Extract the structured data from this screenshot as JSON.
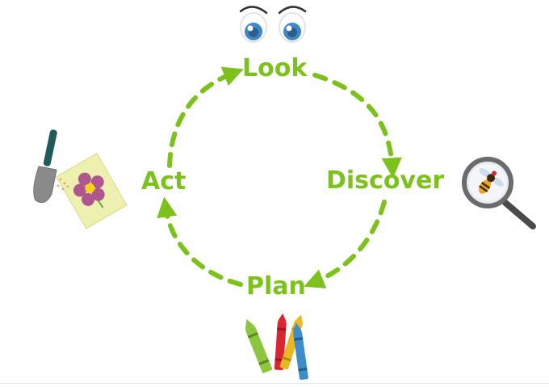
{
  "cycle": {
    "steps": [
      {
        "label": "Look"
      },
      {
        "label": "Discover"
      },
      {
        "label": "Plan"
      },
      {
        "label": "Act"
      }
    ],
    "accent_color": "#7cc11c"
  },
  "icons": {
    "look": "eyes-icon",
    "discover": "magnifying-glass-bee-icon",
    "plan": "crayons-icon",
    "act": "trowel-seed-packet-icon"
  },
  "colors": {
    "arrow": "#7cc11c",
    "eye_iris": "#3f88c5",
    "crayon_green": "#8cc63f",
    "crayon_red": "#d7262f",
    "crayon_yellow": "#e9b820",
    "crayon_blue": "#3c8dc8",
    "packet": "#eef0b0",
    "flower": "#b0568e",
    "trowel": "#8a8a8a",
    "handle": "#225a5c",
    "bee": "#f2a516"
  }
}
